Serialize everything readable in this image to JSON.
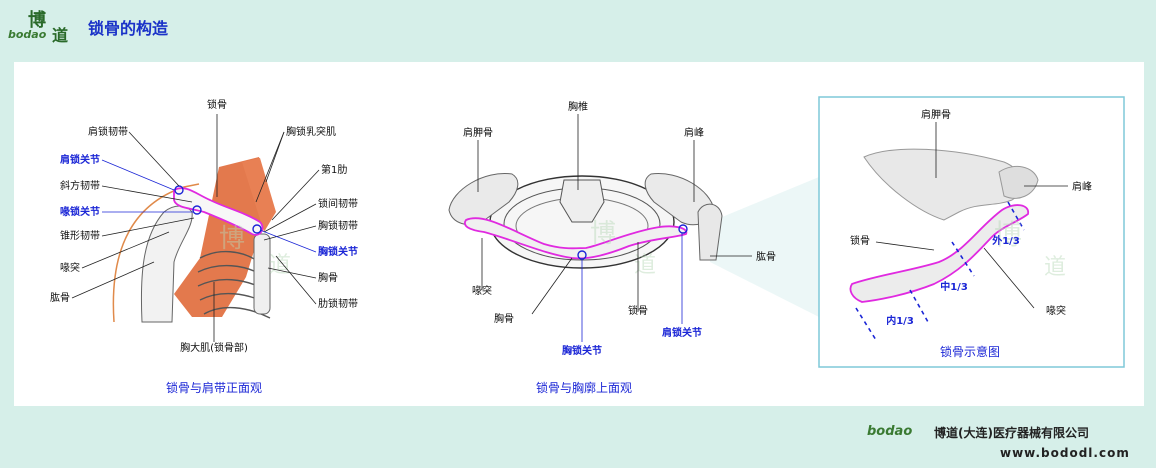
{
  "header": {
    "logo_char1": "博",
    "logo_char2": "道",
    "logo_word": "bodao",
    "title": "锁骨的构造"
  },
  "figure1": {
    "caption": "锁骨与肩带正面观",
    "labels": {
      "clavicle": "锁骨",
      "coracoclavicular": "肩锁韧带",
      "sternocleido": "胸锁乳突肌",
      "ac_joint": "肩锁关节",
      "first_rib": "第1肋",
      "trapezoid": "斜方韧带",
      "interclavicular": "锁间韧带",
      "coracoid_joint": "喙锁关节",
      "sternoclavicular_lig": "胸锁韧带",
      "conoid": "锥形韧带",
      "sc_joint": "胸锁关节",
      "coracoid": "喙突",
      "sternum": "胸骨",
      "humerus": "肱骨",
      "costoclavicular": "肋锁韧带",
      "pectoralis": "胸大肌(锁骨部)"
    }
  },
  "figure2": {
    "caption": "锁骨与胸廓上面观",
    "labels": {
      "vertebra": "胸椎",
      "scapula": "肩胛骨",
      "acromion": "肩峰",
      "humerus": "肱骨",
      "coracoid": "喙突",
      "clavicle": "锁骨",
      "sternum": "胸骨",
      "sc_joint": "胸锁关节",
      "ac_joint": "肩锁关节"
    }
  },
  "figure3": {
    "caption": "锁骨示意图",
    "labels": {
      "scapula": "肩胛骨",
      "acromion": "肩峰",
      "clavicle": "锁骨",
      "outer_third": "外1/3",
      "middle_third": "中1/3",
      "inner_third": "内1/3",
      "coracoid": "喙突"
    }
  },
  "footer": {
    "logo_word": "bodao",
    "company": "博道(大连)医疗器械有限公司",
    "url": "www.bododl.com"
  },
  "colors": {
    "background": "#d6efe9",
    "panel": "#ffffff",
    "label_blue": "#1b26d6",
    "clavicle_outline": "#e02ae0",
    "muscle": "#e06a3a"
  }
}
